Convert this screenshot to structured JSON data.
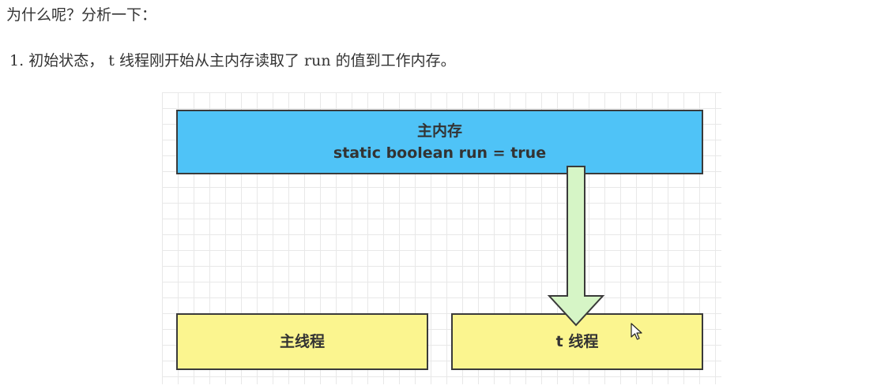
{
  "text": {
    "heading": "为什么呢？分析一下：",
    "step_number": "1.",
    "step_part1": "初始状态，",
    "step_t": "t",
    "step_part2": "线程刚开始从主内存读取了",
    "step_run": "run",
    "step_part3": "的值到工作内存。"
  },
  "diagram": {
    "main_memory": {
      "title": "主内存",
      "code": "static boolean run = true"
    },
    "main_thread": {
      "label": "主线程"
    },
    "t_thread": {
      "label": "t 线程"
    },
    "colors": {
      "memory_fill": "#4fc3f7",
      "thread_fill": "#fbf58f",
      "arrow_fill": "#d6f5c6",
      "border": "#3a3a3a"
    },
    "arrow": {
      "from": "main_memory",
      "to": "t_thread"
    }
  },
  "icons": {
    "cursor": "mouse-pointer-icon"
  }
}
